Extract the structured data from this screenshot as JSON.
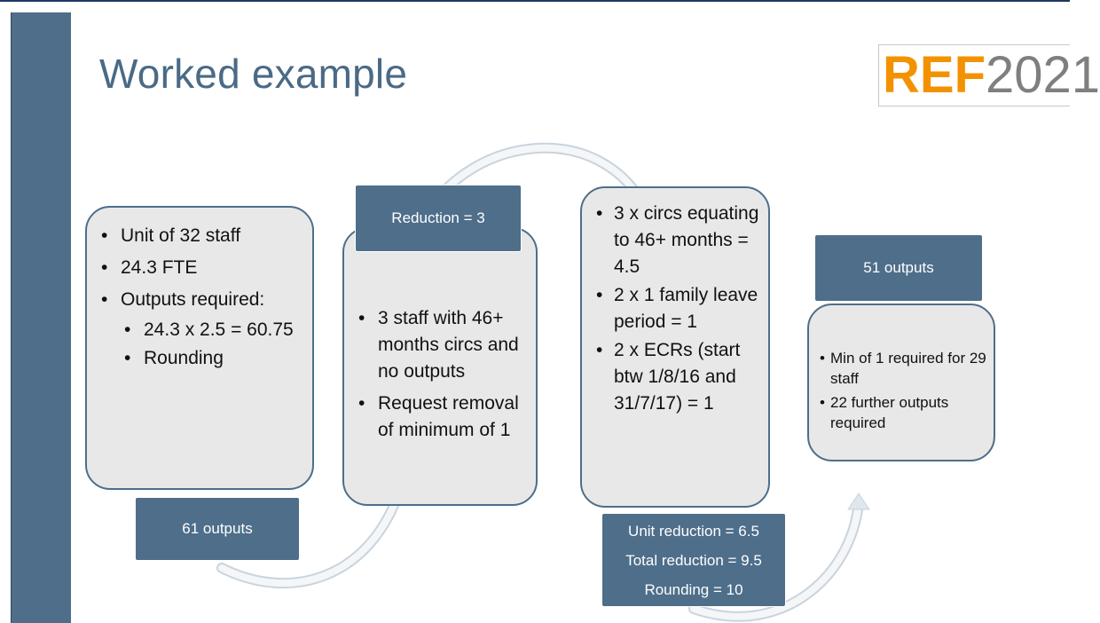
{
  "slide": {
    "title": "Worked example",
    "logo": {
      "brand": "REF",
      "year": "2021",
      "brand_color": "#f39200",
      "year_color": "#7f7f7f"
    },
    "accent_color": "#4e6e8a"
  },
  "step1": {
    "bullets": [
      "Unit of 32 staff",
      "24.3 FTE",
      "Outputs required:"
    ],
    "sub_bullets": [
      "24.3 x 2.5 = 60.75",
      "Rounding"
    ],
    "result_label": "61 outputs"
  },
  "step2": {
    "header_label": "Reduction = 3",
    "bullets": [
      "3 staff with 46+ months circs and no outputs",
      "Request removal of minimum of 1"
    ]
  },
  "step3": {
    "bullets": [
      "3 x circs equating to 46+ months = 4.5",
      "2 x 1 family leave period = 1",
      "2 x ECRs (start btw 1/8/16 and 31/7/17) = 1"
    ],
    "summary": [
      "Unit reduction = 6.5",
      "Total reduction = 9.5",
      "Rounding = 10"
    ]
  },
  "step4": {
    "header_label": "51 outputs",
    "bullets": [
      "Min of 1 required for 29 staff",
      "22 further outputs required"
    ]
  }
}
